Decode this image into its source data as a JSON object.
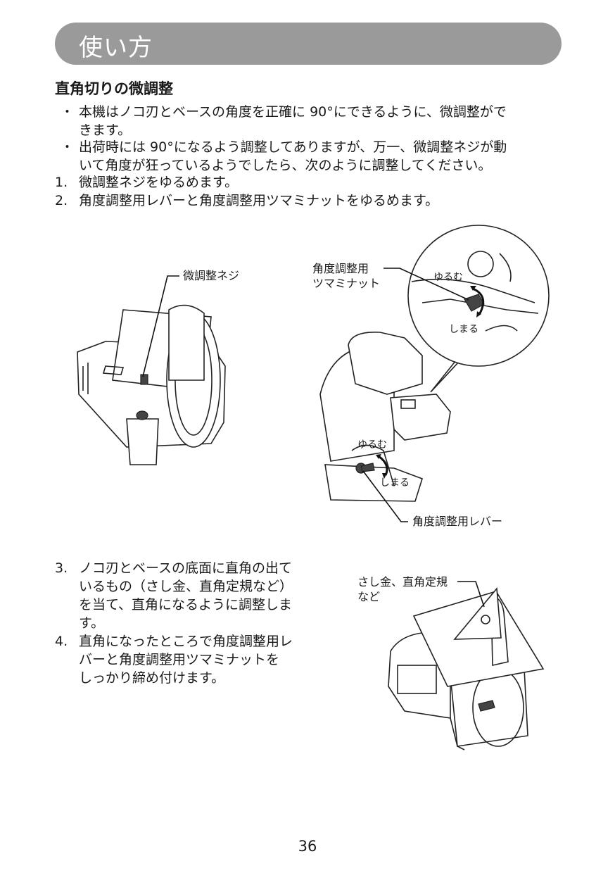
{
  "header": {
    "title": "使い方"
  },
  "section": {
    "heading": "直角切りの微調整"
  },
  "bullets": [
    {
      "mark": "・",
      "lines": [
        "本機はノコ刃とベースの角度を正確に 90°にできるように、微調整がで",
        "きます。"
      ]
    },
    {
      "mark": "・",
      "lines": [
        "出荷時には 90°になるよう調整してありますが、万一、微調整ネジが動",
        "いて角度が狂っているようでしたら、次のように調整してください。"
      ]
    }
  ],
  "steps_top": [
    {
      "num": "1.",
      "text": "微調整ネジをゆるめます。"
    },
    {
      "num": "2.",
      "text": "角度調整用レバーと角度調整用ツマミナットをゆるめます。"
    }
  ],
  "steps_bottom": [
    {
      "num": "3.",
      "lines": [
        "ノコ刃とベースの底面に直角の出て",
        "いるもの（さし金、直角定規など）",
        "を当て、直角になるように調整しま",
        "す。"
      ]
    },
    {
      "num": "4.",
      "lines": [
        "直角になったところで角度調整用レ",
        "バーと角度調整用ツマミナットを",
        "しっかり締め付けます。"
      ]
    }
  ],
  "figure1": {
    "callouts": {
      "fine_screw": "微調整ネジ",
      "knob_nut_line1": "角度調整用",
      "knob_nut_line2": "ツマミナット",
      "loosen_top": "ゆるむ",
      "tighten_top": "しまる",
      "loosen_bottom": "ゆるむ",
      "tighten_bottom": "しまる",
      "lever": "角度調整用レバー"
    }
  },
  "figure2": {
    "callouts": {
      "square_line1": "さし金、直角定規",
      "square_line2": "など"
    }
  },
  "footer": {
    "page_number": "36"
  }
}
